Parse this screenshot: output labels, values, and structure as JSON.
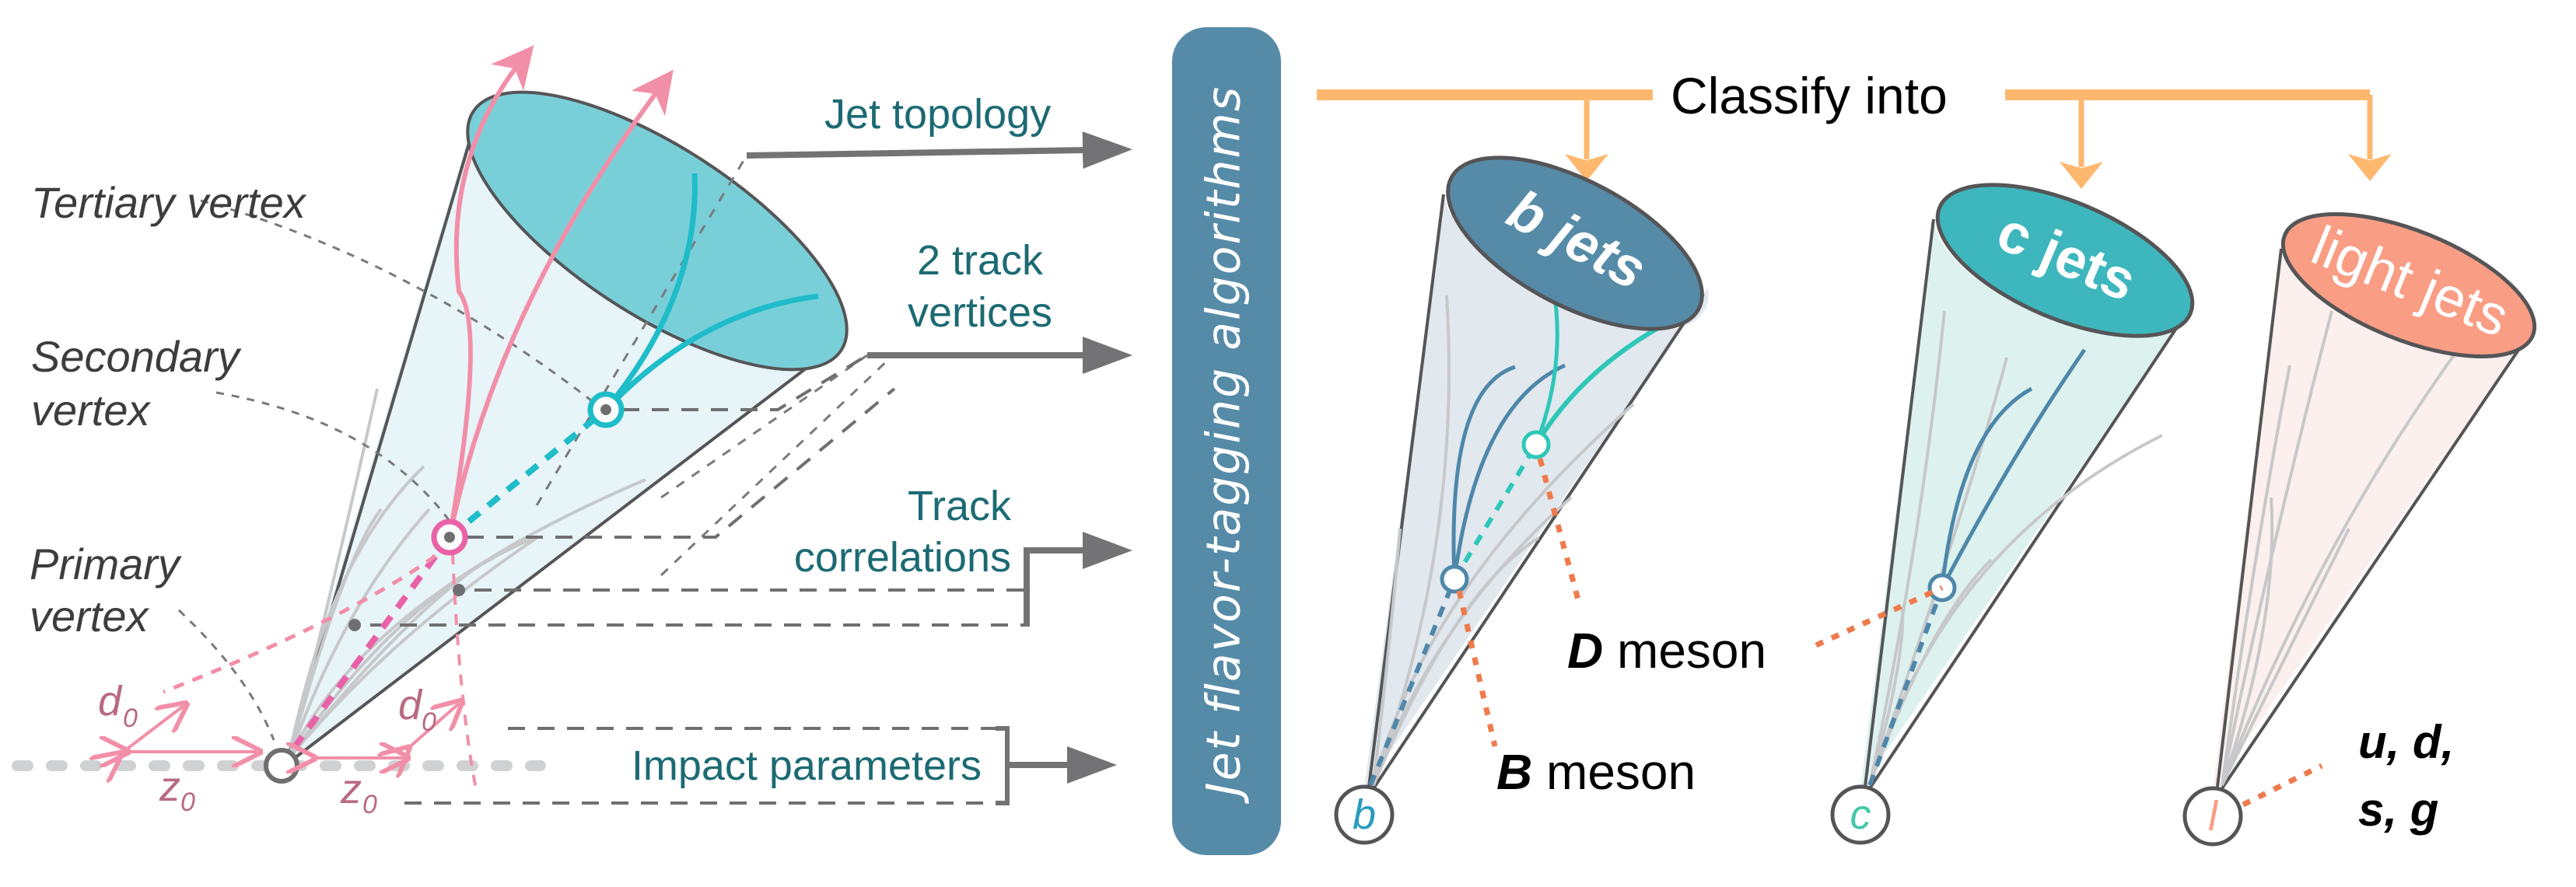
{
  "left_panel": {
    "labels": {
      "tertiary_vertex": "Tertiary vertex",
      "secondary_vertex_line1": "Secondary",
      "secondary_vertex_line2": "vertex",
      "primary_vertex_line1": "Primary",
      "primary_vertex_line2": "vertex"
    },
    "impact_parameter_symbols": {
      "d": "d",
      "z": "z",
      "subscript": "0"
    },
    "features": {
      "jet_topology": "Jet topology",
      "two_track_line1": "2 track",
      "two_track_line2": "vertices",
      "track_corr_line1": "Track",
      "track_corr_line2": "correlations",
      "impact_parameters": "Impact parameters"
    }
  },
  "algorithm_box": {
    "label": "Jet flavor-tagging algorithms",
    "color": "#568ba8"
  },
  "classification": {
    "header": "Classify into",
    "connector_color": "#fdb86e",
    "classes": [
      {
        "jet_label": "b jets",
        "quark": "b",
        "cap_color": "#568ba8",
        "body_color": "#e1e8ee",
        "quark_color": "#2a9bc0"
      },
      {
        "jet_label": "c jets",
        "quark": "c",
        "cap_color": "#3db7bd",
        "body_color": "#ddf2ef",
        "quark_color": "#45c8a8"
      },
      {
        "jet_label": "light jets",
        "quark": "l",
        "cap_color": "#f99d84",
        "body_color": "#fbf0ed",
        "quark_color": "#f99d84"
      }
    ],
    "annotations": {
      "b_meson_symbol": "B",
      "b_meson_word": " meson",
      "d_meson_symbol": "D",
      "d_meson_word": " meson",
      "light_quarks_line1": "u, d,",
      "light_quarks_line2": "s, g"
    }
  },
  "colors": {
    "track_secondary": "#f28fa8",
    "track_tertiary": "#1fbcc9",
    "vertex_secondary": "#e962a7",
    "vertex_tertiary": "#1fbcc9",
    "cone_left_cap": "#79cfd8",
    "cone_left_body": "#e7f4f8",
    "feature_text": "#1c6a73",
    "meson_link": "#ef7a4c"
  }
}
